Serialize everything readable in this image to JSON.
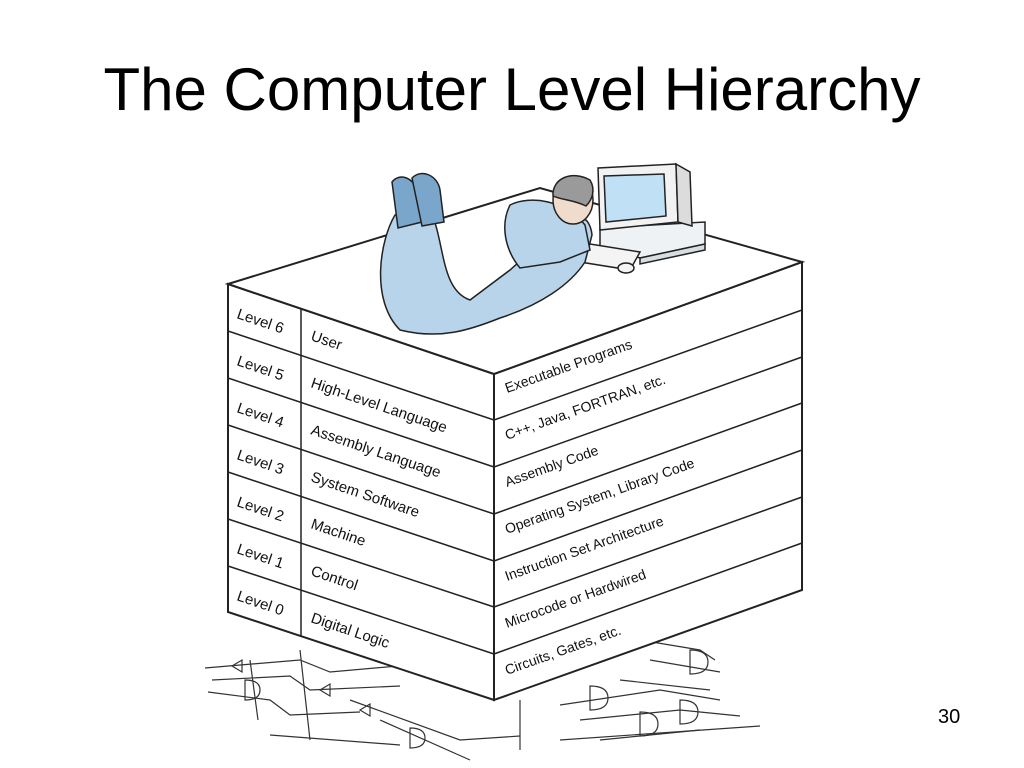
{
  "slide": {
    "title": "The Computer Level Hierarchy",
    "page_number": "30"
  },
  "levels": [
    {
      "level": "Level 6",
      "name": "User",
      "implementation": "Executable Programs"
    },
    {
      "level": "Level 5",
      "name": "High-Level Language",
      "implementation": "C++, Java, FORTRAN, etc."
    },
    {
      "level": "Level 4",
      "name": "Assembly Language",
      "implementation": "Assembly Code"
    },
    {
      "level": "Level 3",
      "name": "System Software",
      "implementation": "Operating System, Library Code"
    },
    {
      "level": "Level 2",
      "name": "Machine",
      "implementation": "Instruction Set Architecture"
    },
    {
      "level": "Level 1",
      "name": "Control",
      "implementation": "Microcode or Hardwired"
    },
    {
      "level": "Level 0",
      "name": "Digital Logic",
      "implementation": "Circuits, Gates, etc."
    }
  ],
  "colors": {
    "person": "#b8d4ea",
    "person_dark": "#7aa6cc",
    "monitor_screen": "#bfe0f5",
    "hair": "#9a9a9a",
    "stroke": "#222222"
  }
}
